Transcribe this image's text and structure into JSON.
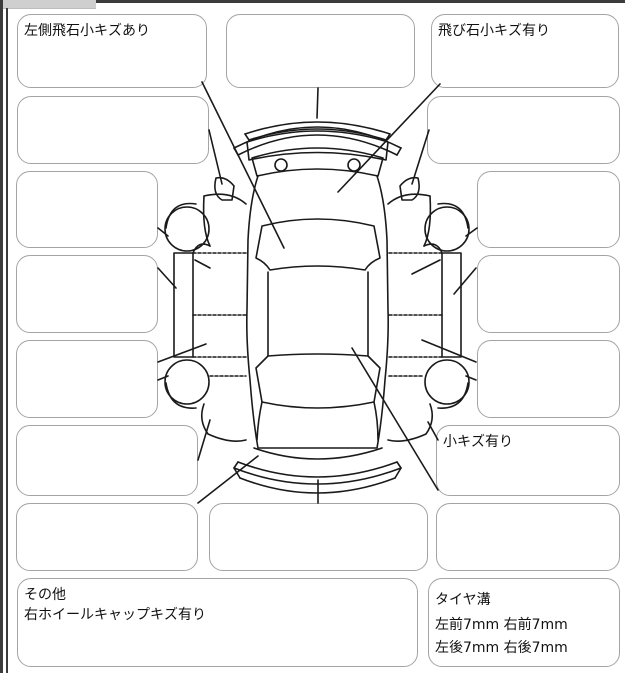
{
  "notes": {
    "front_left": "左側飛石小キズあり",
    "front_right": "飛び石小キズ有り",
    "rear_right": "小キズ有り",
    "other_title": "その他",
    "other_body": "右ホイールキャップキズ有り",
    "tire_title": "タイヤ溝",
    "tire_line1": "左前7mm 右前7mm",
    "tire_line2": "左後7mm 右後7mm"
  },
  "colors": {
    "frame": "#3c3c3c",
    "box_border": "#a4a4a4",
    "line": "#1a1a1a"
  }
}
